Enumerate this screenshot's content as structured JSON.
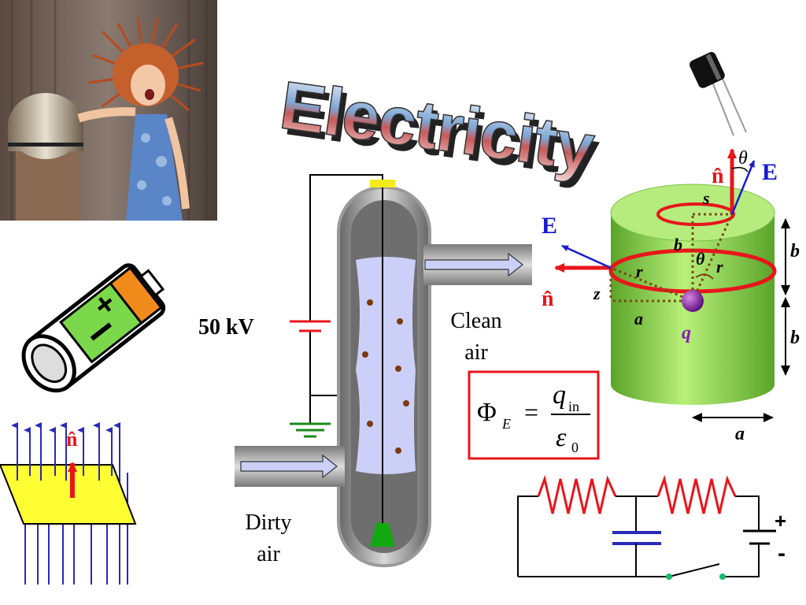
{
  "title": "Electricity",
  "precipitator": {
    "voltage_label": "50 kV",
    "clean_air_line1": "Clean",
    "clean_air_line2": "air",
    "dirty_air_line1": "Dirty",
    "dirty_air_line2": "air"
  },
  "gauss_law": {
    "phi": "Φ",
    "phi_sub": "E",
    "equals": "=",
    "numerator": "q",
    "numerator_sub": "in",
    "denominator": "ε",
    "denominator_sub": "0"
  },
  "cylinder": {
    "n_hat_top": "n̂",
    "theta_top": "θ",
    "e_top": "E",
    "s_label": "s",
    "b_inner": "b",
    "theta_inner": "θ",
    "r_right": "r",
    "r_left": "r",
    "e_left": "E",
    "n_hat_left": "n̂",
    "z_label": "z",
    "a_label": "a",
    "q_label": "q",
    "b_upper_dim": "b",
    "b_lower_dim": "b",
    "a_bottom_dim": "a"
  },
  "circuit": {
    "plus": "+",
    "minus": "-"
  },
  "flux": {
    "n_hat": "n̂"
  },
  "colors": {
    "red": "#e8161b",
    "blue": "#1a1ad0",
    "green_cyl": "#8fd14f",
    "yellow_plane": "#ffff33",
    "flux_arrows": "#2a2ab8"
  }
}
